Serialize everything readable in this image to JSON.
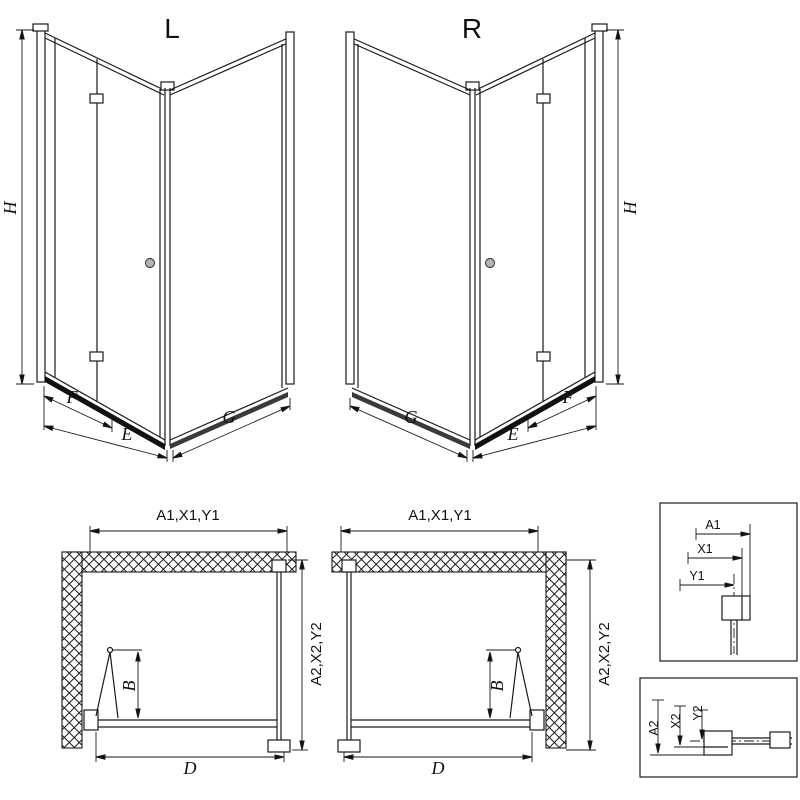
{
  "style": {
    "ink": "#1a1a1a",
    "background": "#ffffff"
  },
  "drawing": {
    "left_view": {
      "title": "L",
      "dim_height": "H",
      "dim_door_panel": "F",
      "dim_front_width": "E",
      "dim_side_width": "G"
    },
    "right_view": {
      "title": "R",
      "dim_height": "H",
      "dim_door_panel": "F",
      "dim_front_width": "E",
      "dim_side_width": "G"
    },
    "left_plan": {
      "dim_top_width": "A1,X1,Y1",
      "dim_side_depth": "A2,X2,Y2",
      "dim_door_fold": "B",
      "dim_bottom_width": "D"
    },
    "right_plan": {
      "dim_top_width": "A1,X1,Y1",
      "dim_side_depth": "A2,X2,Y2",
      "dim_door_fold": "B",
      "dim_bottom_width": "D"
    },
    "detail_top": {
      "dim_a1": "A1",
      "dim_x1": "X1",
      "dim_y1": "Y1"
    },
    "detail_bottom": {
      "dim_a2": "A2",
      "dim_x2": "X2",
      "dim_y2": "Y2"
    }
  }
}
